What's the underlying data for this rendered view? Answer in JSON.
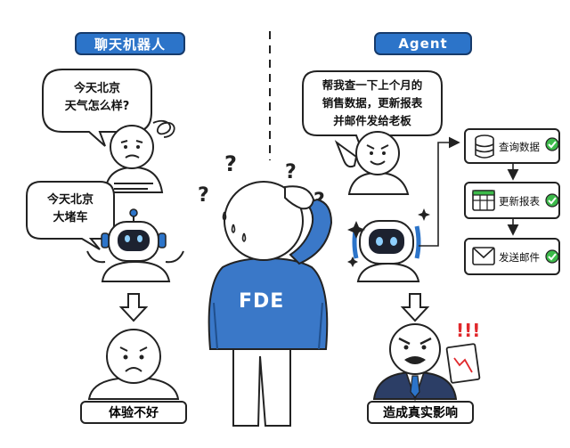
{
  "left": {
    "header": "聊天机器人",
    "user_bubble": [
      "今天北京",
      "天气怎么样?"
    ],
    "bot_bubble": [
      "今天北京",
      "大堵车"
    ],
    "result": "体验不好"
  },
  "right": {
    "header": "Agent",
    "user_bubble": [
      "帮我查一下上个月的",
      "销售数据，更新报表",
      "并邮件发给老板"
    ],
    "steps": [
      {
        "label": "查询数据",
        "icon": "database-icon"
      },
      {
        "label": "更新报表",
        "icon": "spreadsheet-icon"
      },
      {
        "label": "发送邮件",
        "icon": "envelope-icon"
      }
    ],
    "result": "造成真实影响"
  },
  "center": {
    "shirt_text": "FDE"
  },
  "colors": {
    "accent_blue": "#2c74c9",
    "dark_blue": "#173b6b",
    "check_green": "#3cba4a",
    "alert_red": "#e0282c",
    "hoodie_blue": "#3a78c8",
    "suit_navy": "#2c3e66"
  }
}
